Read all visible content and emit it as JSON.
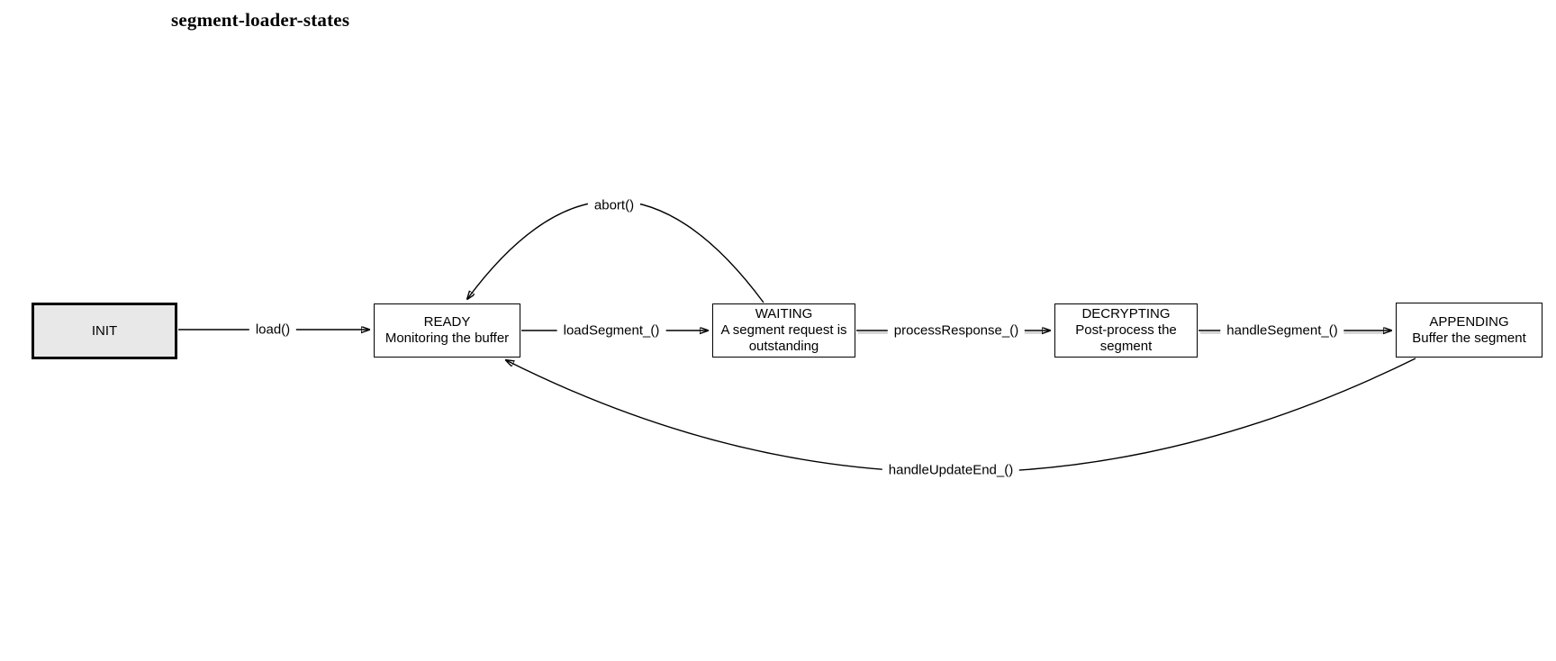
{
  "title": "segment-loader-states",
  "colors": {
    "background": "#ffffff",
    "node_fill": "#ffffff",
    "init_node_fill": "#e8e8e8",
    "line_color": "#000000",
    "text_color": "#000000"
  },
  "nodes": {
    "init": {
      "label": "INIT"
    },
    "ready": {
      "label": "READY",
      "description": "Monitoring the buffer"
    },
    "waiting": {
      "label": "WAITING",
      "description": "A segment request is outstanding"
    },
    "decrypting": {
      "label": "DECRYPTING",
      "description": "Post-process the segment"
    },
    "appending": {
      "label": "APPENDING",
      "description": "Buffer the segment"
    }
  },
  "edges": {
    "load": {
      "label": "load()",
      "from": "INIT",
      "to": "READY"
    },
    "loadSegment": {
      "label": "loadSegment_()",
      "from": "READY",
      "to": "WAITING"
    },
    "processResponse": {
      "label": "processResponse_()",
      "from": "WAITING",
      "to": "DECRYPTING"
    },
    "handleSegment": {
      "label": "handleSegment_()",
      "from": "DECRYPTING",
      "to": "APPENDING"
    },
    "abort": {
      "label": "abort()",
      "from": "WAITING",
      "to": "READY"
    },
    "handleUpdateEnd": {
      "label": "handleUpdateEnd_()",
      "from": "APPENDING",
      "to": "READY"
    }
  }
}
